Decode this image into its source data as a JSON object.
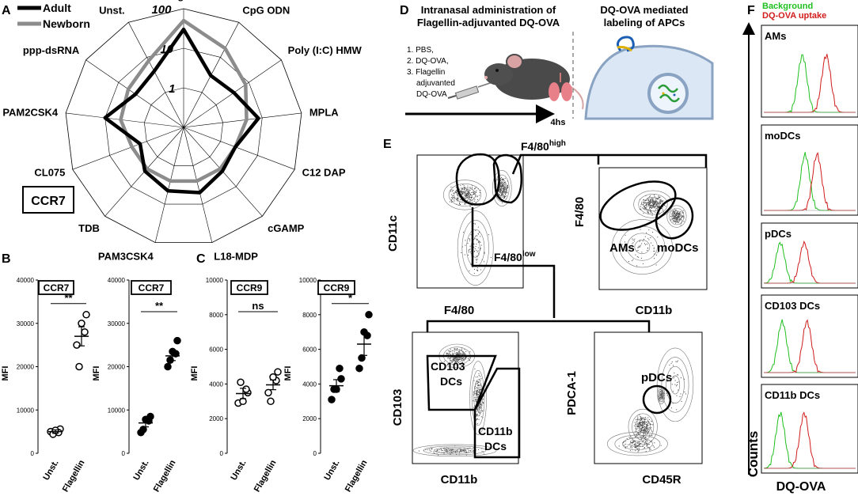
{
  "panel_letters": {
    "a": "A",
    "b": "B",
    "c": "C",
    "d": "D",
    "e": "E",
    "f": "F"
  },
  "panelA": {
    "legend": [
      "Adult",
      "Newborn"
    ],
    "series_colors": {
      "adult": "#000000",
      "newborn": "#8c8c8c"
    },
    "rings": [
      "1",
      "10",
      "100"
    ],
    "boxed_label": "CCR7"
  },
  "chart_data": [
    {
      "type": "radar",
      "panel": "A",
      "scale": "log",
      "rlim": [
        0.1,
        100
      ],
      "ring_labels": [
        "1",
        "10",
        "100"
      ],
      "categories": [
        "Flagellin",
        "CpG ODN",
        "Poly (I:C) HMW",
        "MPLA",
        "C12 DAP",
        "cGAMP",
        "L18-MDP",
        "PAM3CSK4",
        "TDB",
        "CL075",
        "PAM2CSK4",
        "ppp-dsRNA",
        "Unst."
      ],
      "series": [
        {
          "name": "Adult",
          "values": [
            30,
            3,
            3.5,
            8,
            2.5,
            3,
            5,
            4.5,
            3,
            1.5,
            10,
            3,
            4
          ]
        },
        {
          "name": "Newborn",
          "values": [
            50,
            18,
            8,
            4,
            2.5,
            2.5,
            2.5,
            2.5,
            2.5,
            2.5,
            4,
            5,
            8
          ]
        }
      ],
      "label": "CCR7",
      "legend_position": "top-left"
    },
    {
      "type": "scatter",
      "panel": "B-left",
      "title": "CCR7",
      "ylabel": "MFI",
      "categories": [
        "Unst.",
        "Flagellin"
      ],
      "ylim": [
        0,
        40000
      ],
      "yticks": [
        "0",
        "10000",
        "20000",
        "30000",
        "40000"
      ],
      "filled": false,
      "points": [
        [
          5000,
          5600,
          4400,
          4800,
          5300
        ],
        [
          25000,
          32000,
          20000,
          28000,
          30000
        ]
      ],
      "means": [
        5000,
        27000
      ],
      "sem": [
        400,
        2200
      ],
      "significance": "**"
    },
    {
      "type": "scatter",
      "panel": "B-right",
      "title": "CCR7",
      "ylabel": "MFI",
      "categories": [
        "Unst.",
        "Flagellin"
      ],
      "ylim": [
        0,
        40000
      ],
      "yticks": [
        "0",
        "10000",
        "20000",
        "30000",
        "40000"
      ],
      "filled": true,
      "points": [
        [
          4800,
          8500,
          5500,
          7500,
          7800
        ],
        [
          20000,
          26000,
          21500,
          23000,
          23500
        ]
      ],
      "means": [
        7000,
        22500
      ],
      "sem": [
        900,
        1100
      ],
      "significance": "**"
    },
    {
      "type": "scatter",
      "panel": "C-left",
      "title": "CCR9",
      "ylabel": "MFI",
      "categories": [
        "Unst.",
        "Flagellin"
      ],
      "ylim": [
        0,
        10000
      ],
      "yticks": [
        "0",
        "2000",
        "4000",
        "6000",
        "8000",
        "10000"
      ],
      "filled": false,
      "points": [
        [
          2900,
          3500,
          4100,
          3700,
          3000
        ],
        [
          3500,
          4700,
          3000,
          4200,
          4400
        ]
      ],
      "means": [
        3450,
        3950
      ],
      "sem": [
        300,
        280
      ],
      "significance": "ns"
    },
    {
      "type": "scatter",
      "panel": "C-right",
      "title": "CCR9",
      "ylabel": "MFI",
      "categories": [
        "Unst.",
        "Flagellin"
      ],
      "ylim": [
        0,
        10000
      ],
      "yticks": [
        "0",
        "2000",
        "4000",
        "6000",
        "8000",
        "10000"
      ],
      "filled": true,
      "points": [
        [
          3100,
          4300,
          3700,
          4900,
          3700
        ],
        [
          4900,
          8000,
          5500,
          6800,
          7000
        ]
      ],
      "means": [
        3900,
        6300
      ],
      "sem": [
        350,
        650
      ],
      "significance": "*"
    }
  ],
  "panelD": {
    "title_left": "Intranasal administration of Flagellin-adjuvanted DQ-OVA",
    "title_right": "DQ-OVA mediated labeling of APCs",
    "steps": [
      "1. PBS,",
      "2. DQ-OVA,",
      "3. Flagellin",
      "adjuvanted",
      "DQ-OVA"
    ],
    "time": "4hs"
  },
  "panelE": {
    "plot1": {
      "ylabel": "CD11c",
      "xlabel": "F4/80"
    },
    "plot2": {
      "ylabel": "F4/80",
      "xlabel": "CD11b",
      "gates": [
        "AMs",
        "moDCs"
      ]
    },
    "plot3": {
      "ylabel": "CD103",
      "xlabel": "CD11b",
      "gates": [
        "CD103",
        "DCs",
        "CD11b",
        "DCs"
      ]
    },
    "plot4": {
      "ylabel": "PDCA-1",
      "xlabel": "CD45R",
      "gates": [
        "pDCs"
      ]
    },
    "f480_high_base": "F4/80",
    "f480_high_sup": "high",
    "f480_low_base": "F4/80",
    "f480_low_sup": "low"
  },
  "panelF": {
    "legend_background": "Background",
    "legend_uptake": "DQ-OVA uptake",
    "colors": {
      "background": "#1fbf1f",
      "uptake": "#d11c1c"
    },
    "populations": [
      "AMs",
      "moDCs",
      "pDCs",
      "CD103 DCs",
      "CD11b DCs"
    ],
    "peaks": [
      {
        "background": 0.42,
        "uptake": 0.68
      },
      {
        "background": 0.45,
        "uptake": 0.58
      },
      {
        "background": 0.18,
        "uptake": 0.44
      },
      {
        "background": 0.2,
        "uptake": 0.47
      },
      {
        "background": 0.18,
        "uptake": 0.44
      }
    ],
    "ylabel": "Counts",
    "xlabel": "DQ-OVA"
  }
}
